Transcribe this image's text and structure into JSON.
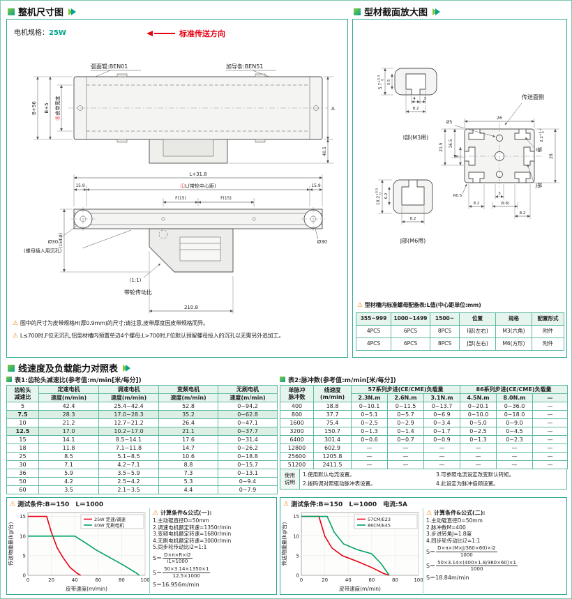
{
  "sections": {
    "s1": "整机尺寸图",
    "s2": "型材截面放大图",
    "s3": "线速度及负载能力对照表"
  },
  "overall": {
    "motor_label": "电机规格：",
    "motor_value": "25W",
    "direction": "标准传送方向",
    "roller": "弧面辊:BEN01",
    "guide": "加导条:BEN51",
    "b56": "B+56",
    "b5": "B+5",
    "b_mark": "Ⓑ",
    "belt_width": "皮带宽度",
    "a": "A",
    "h405": "40.5",
    "l318": "L+31.8",
    "n159l": "15.9",
    "l_mark": "Ⓛ",
    "l_center": "L(带轮中心距)",
    "n159r": "15.9",
    "f15l": "F(15)",
    "f15r": "F(15)",
    "d30l": "Ø30",
    "d30r": "Ø30",
    "h1549": "(154.9)",
    "nut_note": "(螺母插入用沉孔)",
    "ratio": "(1:1)",
    "ratio_label": "带轮传动比",
    "w2108": "210.8",
    "note1": "图中的尺寸为皮带规格H(厚0.9mm)的尺寸;请注意,皮带厚度因皮带规格而异。",
    "note2": "L≤700时,F位无沉孔,铝型材槽内预置单边4个螺母;L>700时,F位默认预留螺母投入的沉孔以无需另外追加工。"
  },
  "profile": {
    "t57": "5.7",
    "t57_tol_u": "+0.3",
    "t57_tol_d": "0",
    "n35": "3.5",
    "n4": "4",
    "n3a": "3",
    "n82a": "8.2",
    "i_caption": "I部(M3用)",
    "convey_side": "传送面侧",
    "d5": "Ø5",
    "n26": "26",
    "t22": "2.2",
    "t22_tol_u": "+0.2",
    "t22_tol_d": "0",
    "i_part": "I部",
    "n215": "21.5",
    "n165": "16.5",
    "n8": "8",
    "n28": "28",
    "j_part": "J部",
    "r05": "R0.5",
    "n3b": "3",
    "n82b": "8.2",
    "n96": "(9.6)",
    "n82c": "8.2",
    "t102": "10.2",
    "t102_tol_u": "+0.5",
    "t102_tol_d": "0",
    "n62": "6.2",
    "n82d": "8.2",
    "j_caption": "J部(M6用)",
    "nut_table_note": "型材槽内标准螺母配备表:L值(中心距单位:mm)",
    "nut_headers": [
      "355~999",
      "1000~1499",
      "1500~",
      "位置",
      "规格",
      "配置形式"
    ],
    "nut_rows": [
      [
        "4PCS",
        "6PCS",
        "8PCS",
        "I部(左右)",
        "M3(六角)",
        "附件"
      ],
      [
        "4PCS",
        "6PCS",
        "8PCS",
        "J部(左右)",
        "M6(方形)",
        "附件"
      ]
    ]
  },
  "table1": {
    "title": "表1:齿轮头减速比(参考值:m/min[米/每分])",
    "h_ratio1": "齿轮头",
    "h_ratio2": "减速比",
    "h_groups": [
      "定速电机",
      "调速电机",
      "变频电机",
      "无刷电机"
    ],
    "h_sub": [
      "速度(m/min)",
      "速度(m/min)",
      "速度(m/min)",
      "速度(m/min)"
    ],
    "rows": [
      [
        "5",
        "42.4",
        "25.4~42.4",
        "52.8",
        "0~94.2"
      ],
      [
        "7.5",
        "28.3",
        "17.0~28.3",
        "35.2",
        "0~62.8"
      ],
      [
        "10",
        "21.2",
        "12.7~21.2",
        "26.4",
        "0~47.1"
      ],
      [
        "12.5",
        "17.0",
        "10.2~17.0",
        "21.1",
        "0~37.7"
      ],
      [
        "15",
        "14.1",
        "8.5~14.1",
        "17.6",
        "0~31.4"
      ],
      [
        "18",
        "11.8",
        "7.1~11.8",
        "14.7",
        "0~26.2"
      ],
      [
        "25",
        "8.5",
        "5.1~8.5",
        "10.6",
        "0~18.8"
      ],
      [
        "30",
        "7.1",
        "4.2~7.1",
        "8.8",
        "0~15.7"
      ],
      [
        "36",
        "5.9",
        "3.5~5.9",
        "7.3",
        "0~13.1"
      ],
      [
        "50",
        "4.2",
        "2.5~4.2",
        "5.3",
        "0~9.4"
      ],
      [
        "60",
        "3.5",
        "2.1~3.5",
        "4.4",
        "0~7.9"
      ]
    ]
  },
  "table2": {
    "title": "表2:脉冲数(参考值:m/min[米/每分])",
    "h_pulse1": "单脉冲",
    "h_pulse2": "脉冲数",
    "h_speed1": "线速度",
    "h_speed2": "(m/min)",
    "h_g57": "57系列步进(CE/CME)负载量",
    "h_g86": "86系列步进(CE/CME)负载量",
    "h_sub": [
      "2.3N.m",
      "2.6N.m",
      "3.1N.m",
      "4.5N.m",
      "8.0N.m",
      "—"
    ],
    "rows": [
      [
        "400",
        "18.8",
        "0~10.1",
        "0~11.5",
        "0~13.7",
        "0~20.1",
        "0~36.0",
        "—"
      ],
      [
        "800",
        "37.7",
        "0~5.1",
        "0~5.7",
        "0~6.9",
        "0~10.0",
        "0~18.0",
        "—"
      ],
      [
        "1600",
        "75.4",
        "0~2.5",
        "0~2.9",
        "0~3.4",
        "0~5.0",
        "0~9.0",
        "—"
      ],
      [
        "3200",
        "150.7",
        "0~1.3",
        "0~1.4",
        "0~1.7",
        "0~2.5",
        "0~4.5",
        "—"
      ],
      [
        "6400",
        "301.4",
        "0~0.6",
        "0~0.7",
        "0~0.9",
        "0~1.3",
        "0~2.3",
        "—"
      ],
      [
        "12800",
        "602.9",
        "—",
        "—",
        "—",
        "—",
        "—",
        "—"
      ],
      [
        "25600",
        "1205.8",
        "—",
        "—",
        "—",
        "—",
        "—",
        "—"
      ],
      [
        "51200",
        "2411.5",
        "—",
        "—",
        "—",
        "—",
        "—",
        "—"
      ]
    ],
    "usage1": "使用",
    "usage2": "说明",
    "usage_notes_left": [
      "1.使用默认电流设置。",
      "2.拨码调对照驱动脉冲表设置。"
    ],
    "usage_notes_right": [
      "3.可参照电流设定改变默认转矩。",
      "4.此设定为脉冲倍频设置。"
    ]
  },
  "test1": "测试条件:B＝150　L＝1000",
  "test2": "测试条件:B＝150　L＝1000　电流:5A",
  "calc1": {
    "title": "计算条件&公式(一):",
    "items": [
      "1.主动辊直径D=50mm",
      "2.调速电机额定转速=1350r/min",
      "3.变频电机额定转速=1680r/min",
      "4.无刷电机额定转速=3000r/min",
      "5.同步轮传动比i2=1:1"
    ],
    "s": "S＝",
    "f1n": "D×π×R×i2",
    "f1d": "i1×1000",
    "f2n": "50×3.14×1350×1",
    "f2d": "12.5×1000",
    "f3": "S＝16.956m/min"
  },
  "calc2": {
    "title": "计算条件&公式(二):",
    "items": [
      "1.主动辊直径D=50mm",
      "2.脉冲数M=400",
      "3.步进转角J=1.8度",
      "4.同步轮传动比i2=1:1"
    ],
    "s": "S＝",
    "f1n": "D×π×(M×J/360×60)×i2",
    "f1d": "1000",
    "f2n": "50×3.14×(400×1.8/360×60)×1",
    "f2d": "1000",
    "f3": "S＝18.84m/min"
  },
  "chart_data": [
    {
      "type": "line",
      "title": "",
      "xlabel": "皮带速度(m/min)",
      "ylabel": "传送物重量(kg/台)",
      "xlim": [
        0,
        100
      ],
      "ylim": [
        0,
        16
      ],
      "xticks": [
        0,
        20,
        40,
        60,
        80,
        100
      ],
      "yticks": [
        0,
        5,
        10,
        15
      ],
      "legend_position": "top-right",
      "grid": true,
      "series": [
        {
          "name": "25W 定速/调速",
          "color": "#e60012",
          "points": [
            [
              0,
              15
            ],
            [
              16,
              15
            ],
            [
              20,
              11
            ],
            [
              25,
              7
            ],
            [
              30,
              4.5
            ],
            [
              36,
              2
            ],
            [
              42,
              0.5
            ],
            [
              45,
              0
            ]
          ]
        },
        {
          "name": "40W 无刷电机",
          "color": "#00a063",
          "points": [
            [
              0,
              10
            ],
            [
              40,
              10
            ],
            [
              48,
              8.5
            ],
            [
              58,
              6.5
            ],
            [
              70,
              4.5
            ],
            [
              82,
              2.5
            ],
            [
              93,
              0.5
            ],
            [
              95,
              0
            ]
          ]
        }
      ]
    },
    {
      "type": "line",
      "title": "",
      "xlabel": "皮带速度(m/min)",
      "ylabel": "传送物重量(kg/台)",
      "xlim": [
        0,
        100
      ],
      "ylim": [
        0,
        16
      ],
      "xticks": [
        0,
        20,
        40,
        60,
        80,
        100
      ],
      "yticks": [
        0,
        5,
        10,
        15
      ],
      "legend_position": "top-right",
      "grid": true,
      "series": [
        {
          "name": "57CM/E23",
          "color": "#e60012",
          "points": [
            [
              0,
              15
            ],
            [
              15,
              15
            ],
            [
              20,
              10
            ],
            [
              26,
              7
            ],
            [
              35,
              5
            ],
            [
              48,
              3.5
            ],
            [
              60,
              2
            ],
            [
              70,
              0.5
            ],
            [
              75,
              0
            ]
          ]
        },
        {
          "name": "86CM/E45",
          "color": "#00a063",
          "points": [
            [
              0,
              15
            ],
            [
              22,
              15
            ],
            [
              28,
              11
            ],
            [
              36,
              8
            ],
            [
              48,
              6.5
            ],
            [
              60,
              5.5
            ],
            [
              68,
              3
            ],
            [
              75,
              0
            ]
          ]
        }
      ]
    }
  ]
}
